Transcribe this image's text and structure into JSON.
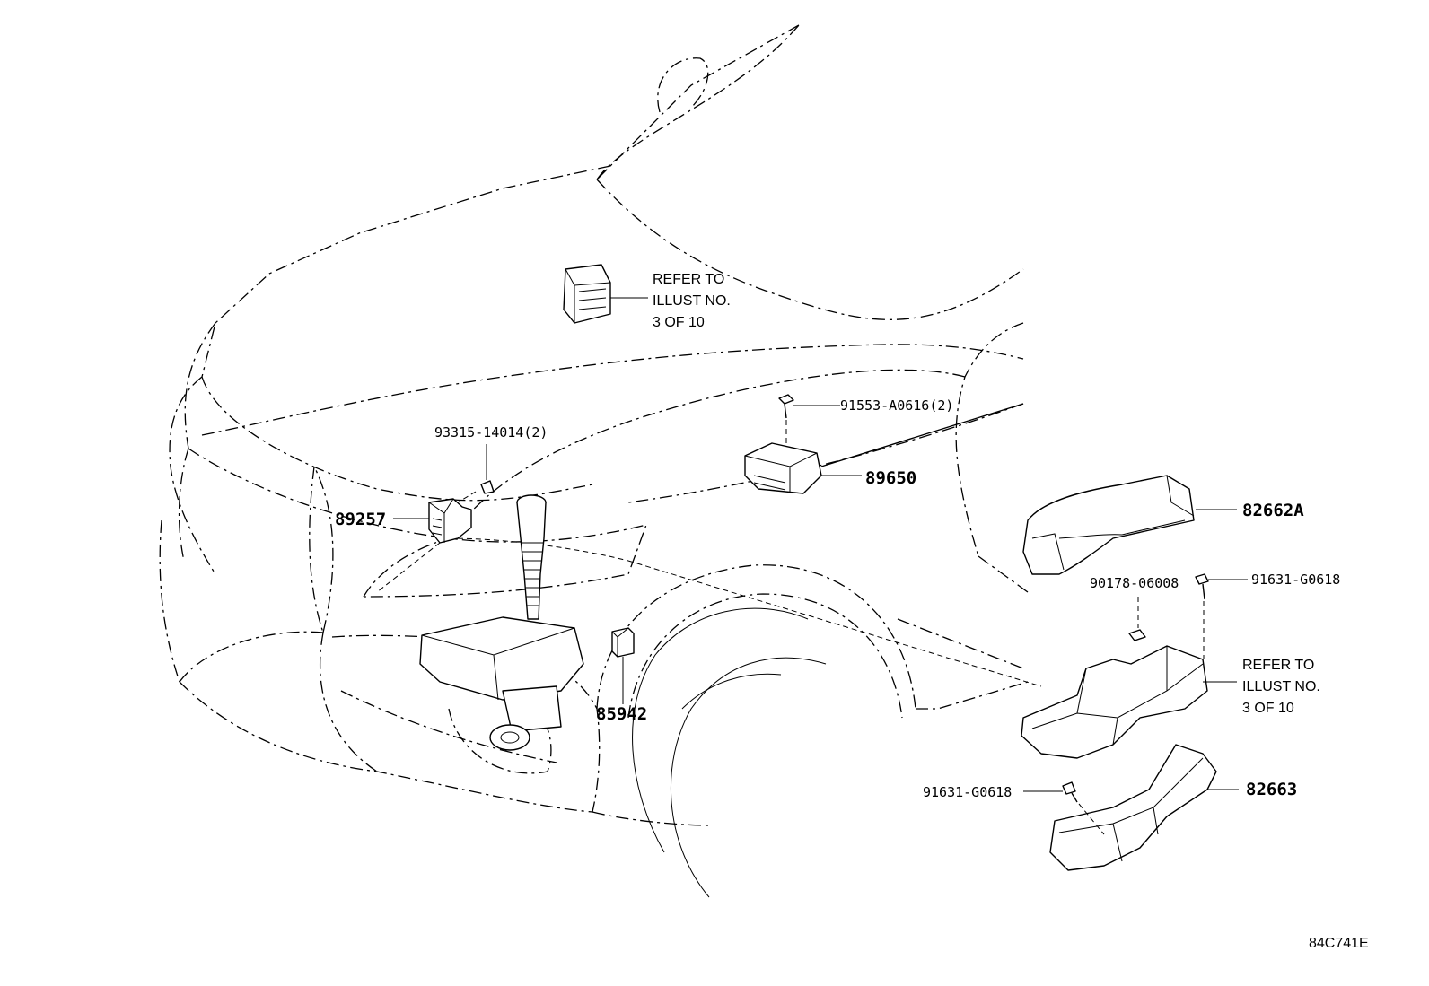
{
  "labels": {
    "refer_top": [
      "REFER TO",
      "ILLUST NO.",
      "3 OF 10"
    ],
    "refer_right": [
      "REFER TO",
      "ILLUST NO.",
      "3 OF 10"
    ],
    "p93315": "93315-14014(2)",
    "p91553": "91553-A0616(2)",
    "p89650": "89650",
    "p89257": "89257",
    "p82662A": "82662A",
    "p90178": "90178-06008",
    "p91631_top": "91631-G0618",
    "p85942": "85942",
    "p82663": "82663",
    "p91631_bottom": "91631-G0618",
    "code": "84C741E"
  }
}
